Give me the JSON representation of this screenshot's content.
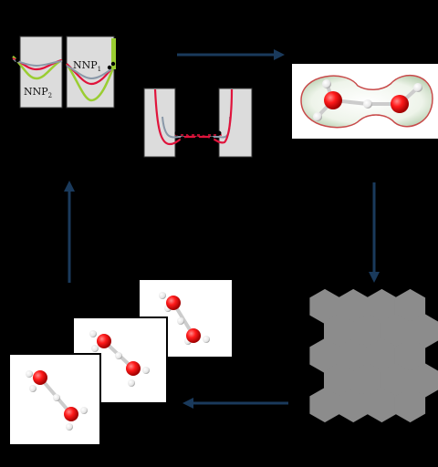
{
  "diagram": {
    "labels": {
      "nnp_1": "NNP",
      "nnp_1_sub": "1",
      "nnp_2": "NNP",
      "nnp_2_sub": "2"
    },
    "colors": {
      "background": "#000000",
      "panel": "#dcdcdc",
      "arrow": "#1a3a5c",
      "curve_red": "#e0143c",
      "curve_green": "#9acd32",
      "curve_gray": "#8a98a8",
      "oxygen": "#ff1010",
      "hydrogen": "#ffffff",
      "mesh": "#8c8c8c"
    },
    "icons": {
      "cycle_arrows": "arrow",
      "mesh": "hexagonal-mesh",
      "molecule": "water-dimer"
    }
  }
}
